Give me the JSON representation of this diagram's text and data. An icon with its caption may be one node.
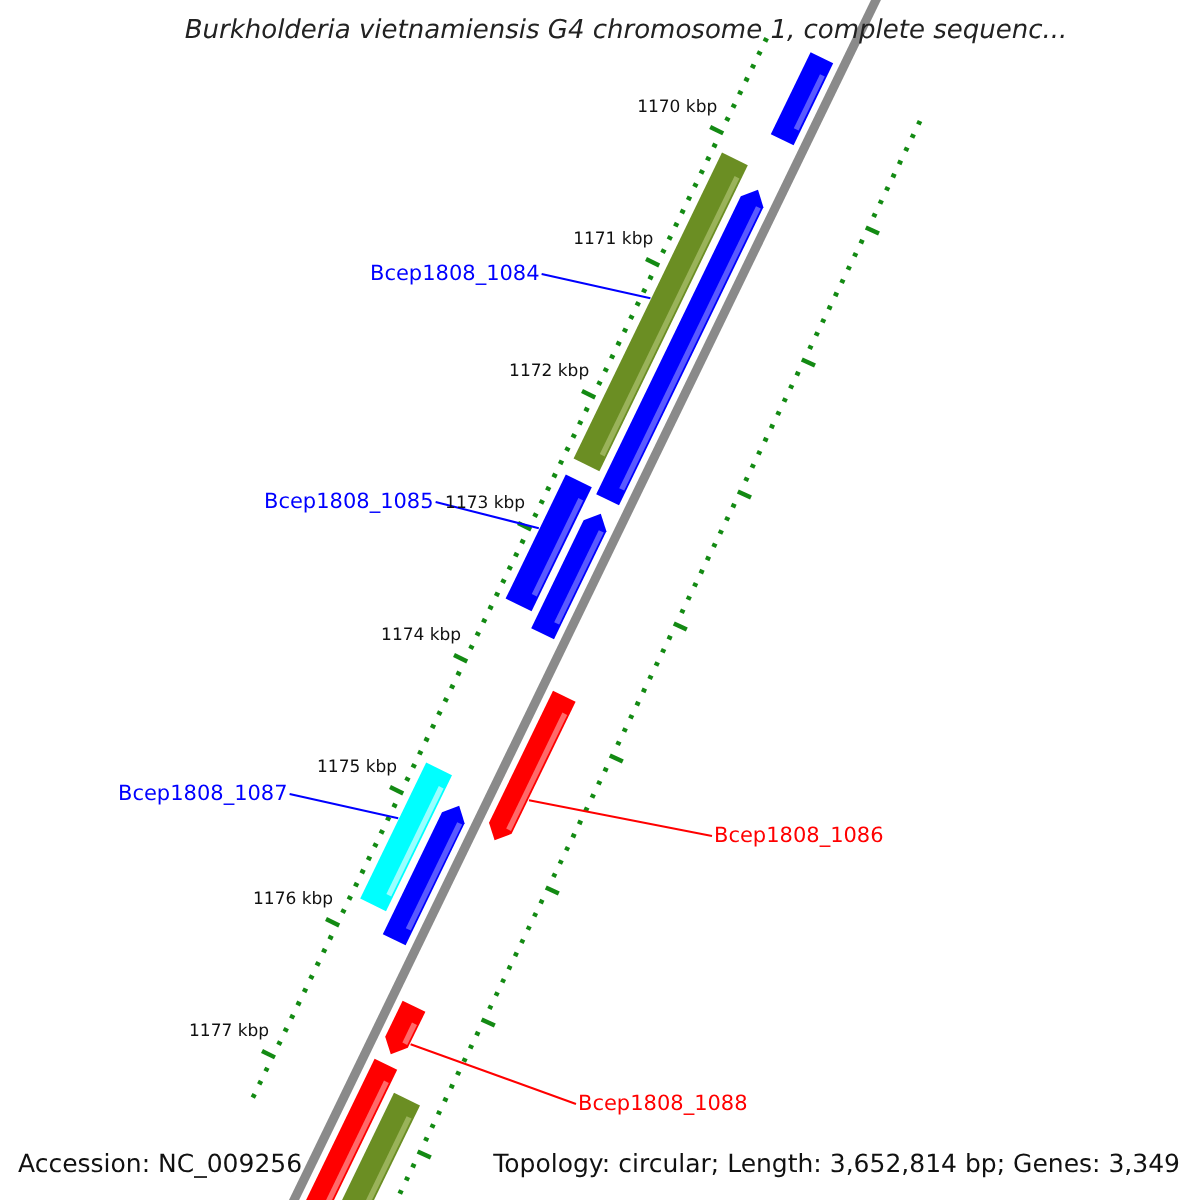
{
  "diagram": {
    "title": "Burkholderia vietnamiensis G4 chromosome 1, complete sequenc...",
    "nodes": [
      {
        "text": [
          "Bcep1808_1084"
        ]
      },
      {
        "text": [],
        "shape": "bar"
      },
      {
        "text": [
          "Bcep1808_1085"
        ]
      },
      {
        "text": [],
        "shape": "bar"
      },
      {
        "text": [
          "Bcep1808_1087"
        ]
      },
      {
        "text": [],
        "shape": "bar"
      },
      {
        "text": [
          "Bcep1808_1086"
        ]
      },
      {
        "text": [],
        "shape": "bar"
      },
      {
        "text": [
          "Bcep1808_1088"
        ]
      },
      {
        "text": [],
        "shape": "bar"
      }
    ],
    "edges": [
      {
        "from": 0,
        "to": 1,
        "arrow": "none"
      },
      {
        "from": 2,
        "to": 3,
        "arrow": "none"
      },
      {
        "from": 4,
        "to": 5,
        "arrow": "none"
      },
      {
        "from": 6,
        "to": 7,
        "arrow": "none",
        "color": "#ff0000"
      },
      {
        "from": 8,
        "to": 9,
        "arrow": "none",
        "color": "#ff0000"
      }
    ],
    "labels": [
      "1170 kbp",
      "1171 kbp",
      "1172 kbp",
      "1173 kbp",
      "1174 kbp",
      "1175 kbp",
      "1176 kbp",
      "1177 kbp",
      "Accession: NC_009256",
      "Topology: circular; Length: 3,652,814 bp; Genes: 3,349"
    ]
  }
}
